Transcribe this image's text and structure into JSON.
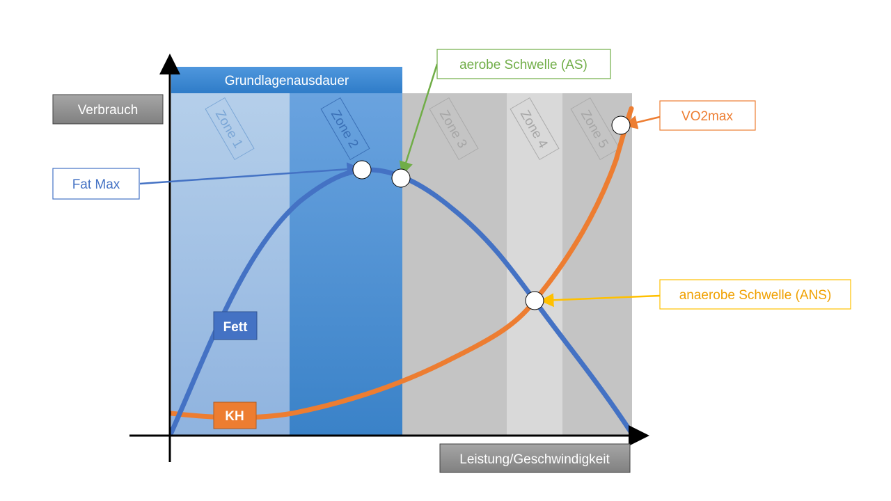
{
  "header": {
    "label": "Grundlagenausdauer"
  },
  "axes": {
    "y_label": "Verbrauch",
    "x_label": "Leistung/Geschwindigkeit"
  },
  "zones": [
    {
      "label": "Zone 1",
      "color": "#a8c6e8"
    },
    {
      "label": "Zone 2",
      "color": "#4a90d9"
    },
    {
      "label": "Zone 3",
      "color": "#c6c6c6"
    },
    {
      "label": "Zone 4",
      "color": "#dcdcdc"
    },
    {
      "label": "Zone 5",
      "color": "#c6c6c6"
    }
  ],
  "curves": {
    "fat": {
      "label": "Fett",
      "color": "#4472c4"
    },
    "carb": {
      "label": "KH",
      "color": "#ed7d31"
    }
  },
  "callouts": {
    "fat_max": {
      "label": "Fat Max",
      "color": "#4472c4"
    },
    "aerobic": {
      "label": "aerobe Schwelle (AS)",
      "color": "#70ad47"
    },
    "vo2max": {
      "label": "VO2max",
      "color": "#ed7d31"
    },
    "anaerobic": {
      "label": "anaerobe Schwelle (ANS)",
      "color": "#ffc000"
    }
  }
}
